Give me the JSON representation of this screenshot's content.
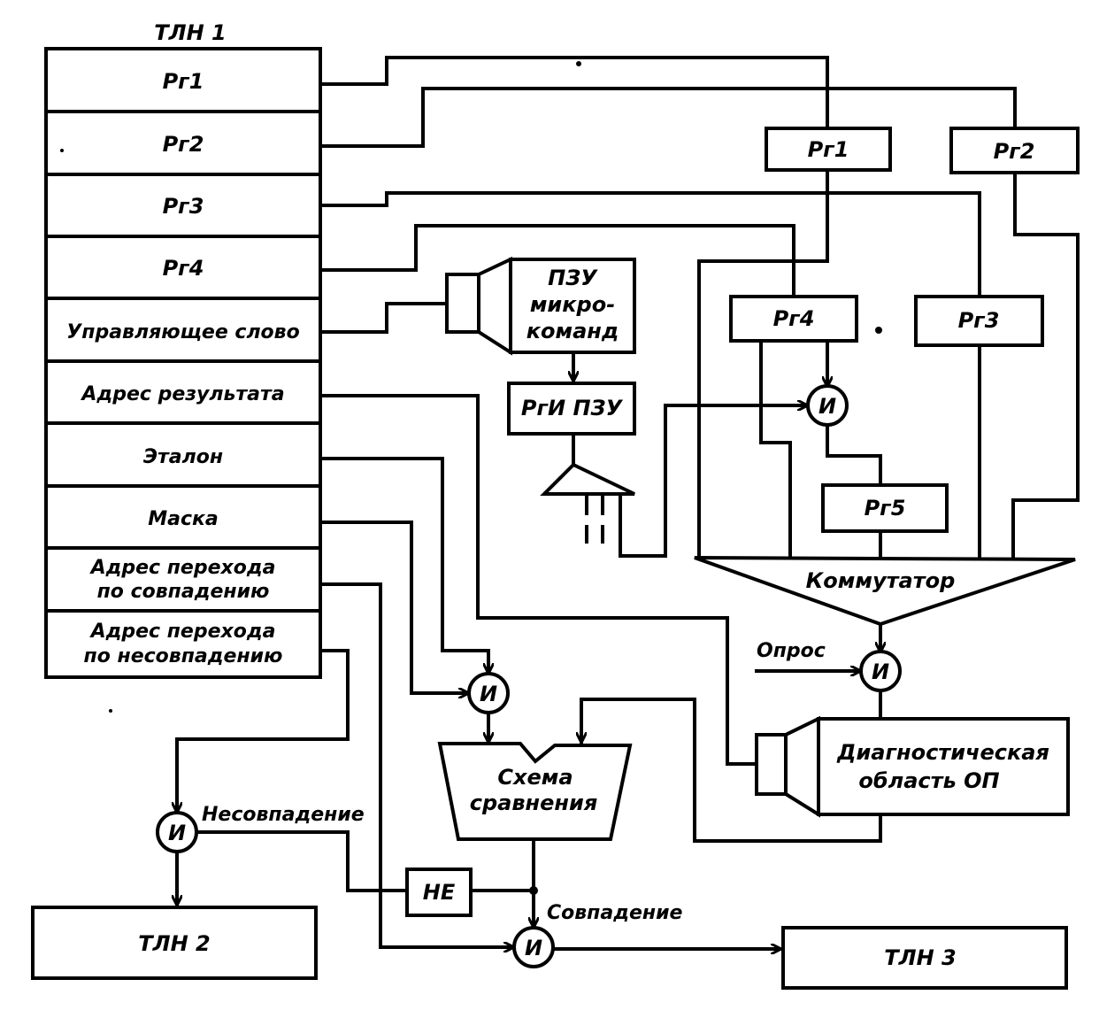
{
  "tln1": {
    "title": "ТЛН 1",
    "fields": [
      {
        "label": "Рг1"
      },
      {
        "label": "Рг2"
      },
      {
        "label": "Рг3"
      },
      {
        "label": "Рг4"
      },
      {
        "label": "Управляющее слово"
      },
      {
        "label": "Адрес результата"
      },
      {
        "label": "Эталон"
      },
      {
        "label": "Маска"
      },
      {
        "label_line1": "Адрес перехода",
        "label_line2": "по совпадению"
      },
      {
        "label_line1": "Адрес перехода",
        "label_line2": "по несовпадению"
      }
    ]
  },
  "registers": {
    "rg1": "Рг1",
    "rg2": "Рг2",
    "rg3": "Рг3",
    "rg4": "Рг4",
    "rg5": "Рг5"
  },
  "rom": {
    "line1": "ПЗУ",
    "line2": "микро-",
    "line3": "команд",
    "register": "РгИ ПЗУ"
  },
  "gates": {
    "and_label": "И",
    "not_label": "НЕ"
  },
  "switch": {
    "label": "Коммутатор"
  },
  "poll": {
    "label": "Опрос"
  },
  "diag": {
    "line1": "Диагностическая",
    "line2": "область ОП"
  },
  "compare": {
    "line1": "Схема",
    "line2": "сравнения"
  },
  "signals": {
    "mismatch": "Несовпадение",
    "match": "Совпадение"
  },
  "tln2": {
    "title": "ТЛН 2"
  },
  "tln3": {
    "title": "ТЛН 3"
  }
}
